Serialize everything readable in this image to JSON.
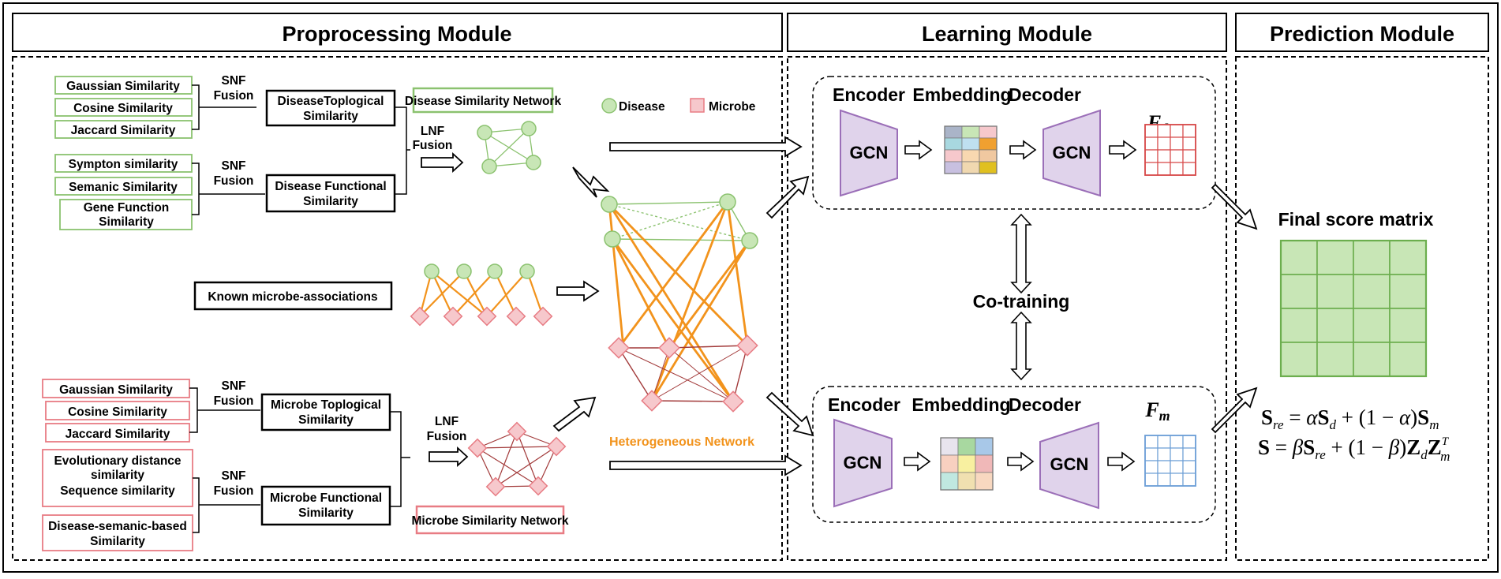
{
  "colors": {
    "green": "#8bc26f",
    "green_fill": "#c8e6b6",
    "pink": "#e87c84",
    "pink_fill": "#f6c8cc",
    "orange": "#f2931c",
    "darkred": "#a23a3a",
    "purple": "#9b6fb8",
    "purple_fill": "#e0d3eb",
    "fd_red": "#d74a4a",
    "fm_blue": "#6d9fd6"
  },
  "headers": {
    "preprocessing": "Proprocessing Module",
    "learning": "Learning Module",
    "prediction": "Prediction Module"
  },
  "disease": {
    "sim1": "Gaussian Similarity",
    "sim2": "Cosine Similarity",
    "sim3": "Jaccard Similarity",
    "sim4": "Sympton similarity",
    "sim5": "Semanic Similarity",
    "sim6_line1": "Gene Function",
    "sim6_line2": "Similarity",
    "snf1_line1": "SNF",
    "snf1_line2": "Fusion",
    "snf2_line1": "SNF",
    "snf2_line2": "Fusion",
    "topo_line1": "DiseaseToplogical",
    "topo_line2": "Similarity",
    "func_line1": "Disease Functional",
    "func_line2": "Similarity",
    "lnf_line1": "LNF",
    "lnf_line2": "Fusion",
    "network": "Disease Similarity Network"
  },
  "legend": {
    "disease": "Disease",
    "microbe": "Microbe",
    "disease_icon": "green-circle",
    "microbe_icon": "pink-square"
  },
  "known": "Known microbe-associations",
  "heterogeneous": "Heterogeneous Network",
  "microbe": {
    "sim1": "Gaussian Similarity",
    "sim2": "Cosine Similarity",
    "sim3": "Jaccard Similarity",
    "sim4_line1": "Evolutionary distance",
    "sim4_line2": "similarity",
    "sim4_line3": "Sequence similarity",
    "sim5_line1": "Disease-semanic-based",
    "sim5_line2": "Similarity",
    "snf1_line1": "SNF",
    "snf1_line2": "Fusion",
    "snf2_line1": "SNF",
    "snf2_line2": "Fusion",
    "topo_line1": "Microbe Toplogical",
    "topo_line2": "Similarity",
    "func_line1": "Microbe Functional",
    "func_line2": "Similarity",
    "lnf_line1": "LNF",
    "lnf_line2": "Fusion",
    "network": "Microbe Similarity Network"
  },
  "learning": {
    "encoder": "Encoder",
    "embedding": "Embedding",
    "decoder": "Decoder",
    "gcn": "GCN",
    "fd_main": "F",
    "fd_sub": "d",
    "fm_main": "F",
    "fm_sub": "m",
    "cotraining": "Co-training",
    "top_embedding_colors": [
      "#aab4c8",
      "#c8e6b6",
      "#f6c8cc",
      "#a8d8e0",
      "#bfe0f0",
      "#f0a030",
      "#f6c8cc",
      "#f8d8b0",
      "#f0c8a0",
      "#c8c0e0",
      "#f0d8b0",
      "#e0c020"
    ],
    "bottom_embedding_colors": [
      "#e8e4ee",
      "#a8d8a0",
      "#a8c8e8",
      "#f8d0c0",
      "#f8f0a0",
      "#f0b8b8",
      "#c0e8e0",
      "#f0e0b0",
      "#f8d8c0"
    ]
  },
  "prediction": {
    "title": "Final score matrix",
    "eq1": {
      "lhs": "S",
      "lhs_sub": "re",
      "eq": " = ",
      "alpha": "α",
      "t1": "S",
      "t1_sub": "d",
      "plus": " + (1 − ",
      "alpha2": "α",
      "close": ")",
      "t2": "S",
      "t2_sub": "m"
    },
    "eq2": {
      "lhs": "S",
      "eq": " = ",
      "beta": "β",
      "t1": "S",
      "t1_sub": "re",
      "plus": " + (1 − ",
      "beta2": "β",
      "close": ")",
      "z1": "Z",
      "z1_sub": "d",
      "z2": "Z",
      "z2_sub": "m",
      "z2_sup": "T"
    }
  }
}
